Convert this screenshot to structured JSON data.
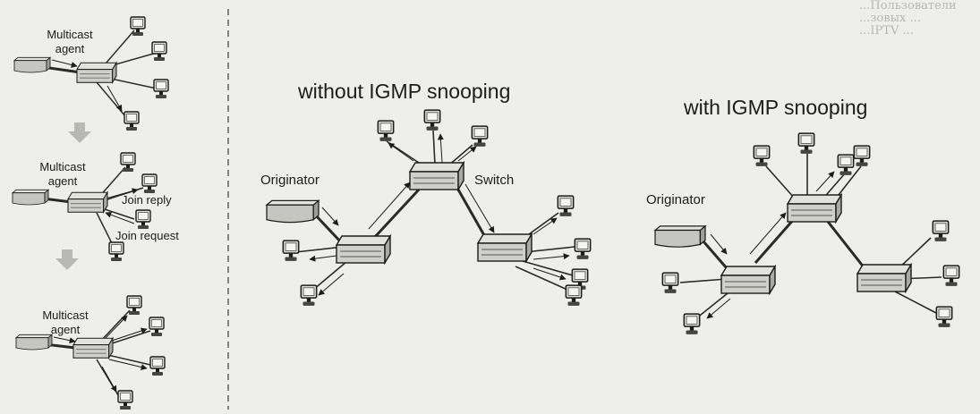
{
  "panels": {
    "steps": {
      "agent_label_lines": [
        "Multicast",
        "agent"
      ],
      "join_reply": "Join reply",
      "join_request": "Join request"
    },
    "without": {
      "title": "without IGMP snooping",
      "originator": "Originator",
      "switch": "Switch"
    },
    "with": {
      "title": "with IGMP snooping",
      "originator": "Originator"
    }
  },
  "bleed_through_text": [
    "...Пользователи",
    "...зовых ...",
    "...IPTV ..."
  ],
  "colors": {
    "background": "#eeeeec",
    "ink": "#1c1c1c",
    "line": "#2a2a2a",
    "device_fill": "#cfcfcc",
    "screen_fill": "#f4f4f2",
    "arrow_box": "#b8b8b5",
    "divider": "#555555"
  }
}
